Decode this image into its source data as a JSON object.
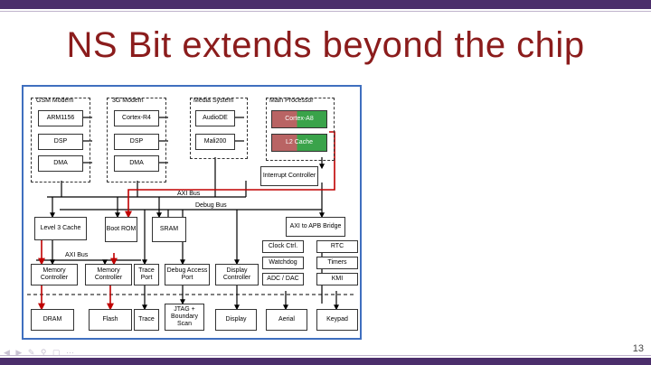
{
  "title": "NS Bit extends beyond the chip",
  "page_number": "13",
  "colors": {
    "title": "#8b1c1c",
    "secure_path": "#c00000",
    "secure_block": "#b96464",
    "normal_block": "#3aa34a",
    "frame": "#3f6fbf"
  },
  "diagram": {
    "groups": {
      "gsm": "GSM Modem",
      "g3": "3G Modem",
      "media": "Media System",
      "main": "Main Processor"
    },
    "blocks": {
      "arm1156": "ARM1156",
      "gsm_dsp": "DSP",
      "gsm_dma": "DMA",
      "cortex_r4": "Cortex-R4",
      "g3_dsp": "DSP",
      "g3_dma": "DMA",
      "audiode": "AudioDE",
      "mali200": "Mali200",
      "cortex_a8": "Cortex-A8",
      "l2_cache": "L2 Cache",
      "interrupt": "Interrupt Controller",
      "l3_cache": "Level 3 Cache",
      "boot_rom": "Boot ROM",
      "sram": "SRAM",
      "axi_apb": "AXI to APB Bridge",
      "clock": "Clock Ctrl.",
      "rtc": "RTC",
      "watchdog": "Watchdog",
      "timers": "Timers",
      "adc": "ADC / DAC",
      "kmi": "KMI",
      "mem_ctrl_1": "Memory Controller",
      "mem_ctrl_2": "Memory Controller",
      "trace_port": "Trace Port",
      "debug_port": "Debug Access Port",
      "display_ctrl": "Display Controller",
      "dram": "DRAM",
      "flash": "Flash",
      "trace": "Trace",
      "jtag": "JTAG + Boundary Scan",
      "display": "Display",
      "aerial": "Aerial",
      "keypad": "Keypad"
    },
    "bus_labels": {
      "axi_bus": "AXI Bus",
      "debug_bus": "Debug Bus",
      "axi_bus_2": "AXI Bus"
    }
  }
}
